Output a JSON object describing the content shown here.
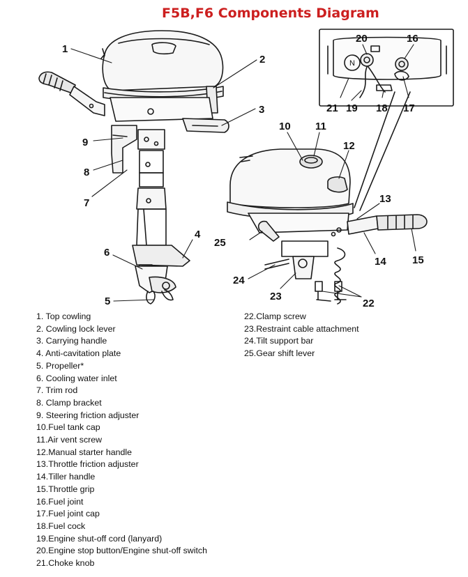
{
  "title": "F5B,F6  Components Diagram",
  "callouts": {
    "n1": "1",
    "n2": "2",
    "n3": "3",
    "n4": "4",
    "n5": "5",
    "n6": "6",
    "n7": "7",
    "n8": "8",
    "n9": "9",
    "n10": "10",
    "n11": "11",
    "n12": "12",
    "n13": "13",
    "n14": "14",
    "n15": "15",
    "n16": "16",
    "n17": "17",
    "n18": "18",
    "n19": "19",
    "n20": "20",
    "n21": "21",
    "n22": "22",
    "n23": "23",
    "n24": "24",
    "n25": "25"
  },
  "legend_left": [
    "1.  Top cowling",
    "2.  Cowling lock lever",
    "3.  Carrying handle",
    "4.  Anti-cavitation plate",
    "5.  Propeller*",
    "6.  Cooling water inlet",
    "7.  Trim rod",
    "8.  Clamp bracket",
    "9.  Steering friction adjuster",
    "10.Fuel tank cap",
    "11.Air vent screw",
    "12.Manual starter handle",
    "13.Throttle friction adjuster",
    "14.Tiller handle",
    "15.Throttle grip",
    "16.Fuel joint",
    "17.Fuel joint cap",
    "18.Fuel cock",
    "19.Engine shut-off cord (lanyard)",
    "20.Engine stop button/Engine shut-off switch",
    "21.Choke knob"
  ],
  "legend_right": [
    "22.Clamp screw",
    "23.Restraint cable attachment",
    "24.Tilt support bar",
    "25.Gear shift lever"
  ]
}
